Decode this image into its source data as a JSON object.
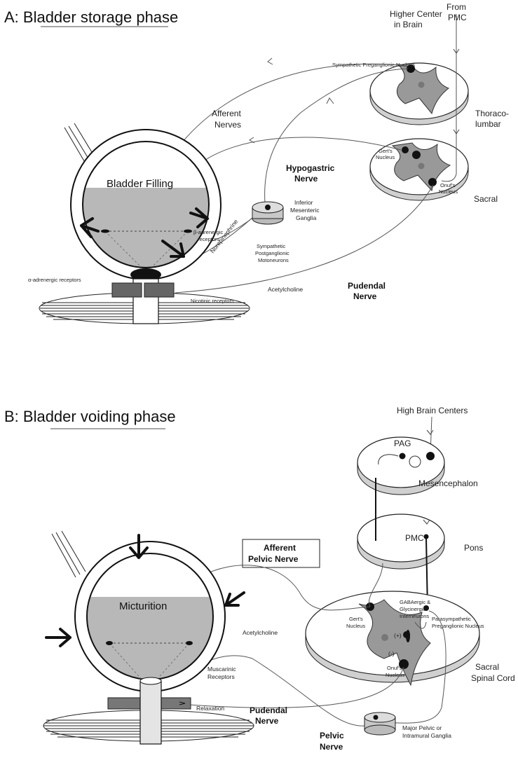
{
  "panel_a": {
    "title": "A: Bladder storage phase",
    "higher_center_line1": "Higher Center",
    "higher_center_line2": "in Brain",
    "from_pmc_line1": "From",
    "from_pmc_line2": "PMC",
    "sympathetic_preganglionic": "Sympathetic Preganglionic Nucleus",
    "thoraco_line1": "Thoraco-",
    "thoraco_line2": "lumbar",
    "afferent_line1": "Afferent",
    "afferent_line2": "Nerves",
    "gerts_line1": "Gert's",
    "gerts_line2": "Nucleus",
    "onufs_line1": "Onuf's",
    "onufs_line2": "Nucleus",
    "sacral": "Sacral",
    "hypogastric_line1": "Hypogastric",
    "hypogastric_line2": "Nerve",
    "bladder_filling": "Bladder Filling",
    "beta_line1": "β-adrenergic",
    "beta_line2": "receptors",
    "ganglia_line1": "Inferior",
    "ganglia_line2": "Mesenteric",
    "ganglia_line3": "Ganglia",
    "norepinephrine": "Norepinephrine",
    "postganglionic_line1": "Sympathetic",
    "postganglionic_line2": "Postganglionic",
    "postganglionic_line3": "Motoneurons",
    "alpha": "α-adrenergic receptors",
    "pudendal_line1": "Pudendal",
    "pudendal_line2": "Nerve",
    "acetylcholine": "Acetylcholine",
    "nicotinic": "Nicotinic receptors"
  },
  "panel_b": {
    "title": "B: Bladder voiding phase",
    "high_brain": "High Brain Centers",
    "pag": "PAG",
    "mesencephalon": "Mesencephalon",
    "pmc": "PMC",
    "pons": "Pons",
    "afferent_line1": "Afferent",
    "afferent_line2": "Pelvic Nerve",
    "micturition": "Micturition",
    "gaba_line1": "GABAergic &",
    "gaba_line2": "Glycinergic",
    "gaba_line3": "Interneurons",
    "gerts_line1": "Gert's",
    "gerts_line2": "Nucleus",
    "para_line1": "Parasympathetic",
    "para_line2": "Preganglionic Nucleus",
    "plus": "(+)",
    "minus": "(-)",
    "onufs_line1": "Onuf's",
    "onufs_line2": "Nucleus",
    "acetylcholine": "Acetylcholine",
    "muscarinic_line1": "Muscarinic",
    "muscarinic_line2": "Receptors",
    "sacral_line1": "Sacral",
    "sacral_line2": "Spinal Cord",
    "relaxation": "Relaxation",
    "pudendal_line1": "Pudendal",
    "pudendal_line2": "Nerve",
    "pelvic_line1": "Pelvic",
    "pelvic_line2": "Nerve",
    "ganglia_line1": "Major Pelvic or",
    "ganglia_line2": "Intramural Ganglia"
  }
}
